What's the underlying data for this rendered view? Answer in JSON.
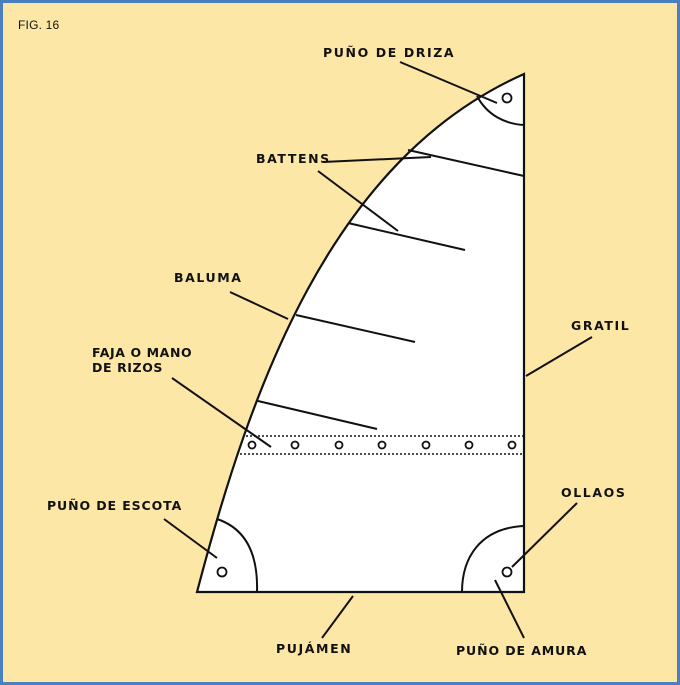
{
  "figure": {
    "fig_label": "FIG. 16",
    "colors": {
      "background": "#fde7a6",
      "border": "#4a7fc0",
      "sail": "#ffffff",
      "ink": "#111111"
    }
  },
  "labels": {
    "puno_de_driza": "PUÑO DE DRIZA",
    "battens": "BATTENS",
    "baluma": "BALUMA",
    "gratil": "GRATIL",
    "faja_line1": "FAJA O MANO",
    "faja_line2": "DE RIZOS",
    "puno_de_escota": "PUÑO DE ESCOTA",
    "ollaos": "OLLAOS",
    "pujamen": "PUJÁMEN",
    "puno_de_amura": "PUÑO DE AMURA"
  }
}
